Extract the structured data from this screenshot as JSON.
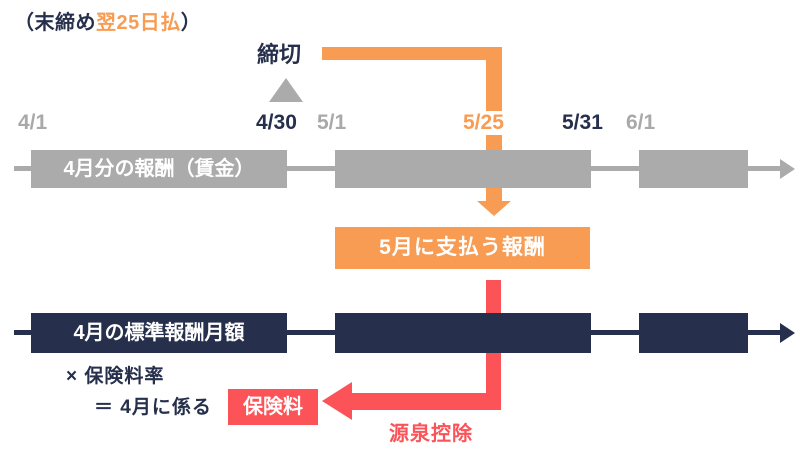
{
  "colors": {
    "navy": "#262F4B",
    "orange": "#F89C53",
    "gray": "#ABABAB",
    "grayText": "#A9A9A9",
    "red": "#FB5357",
    "white": "#FFFFFF",
    "bg": "#FFFFFF"
  },
  "header": {
    "title_prefix": "（末締め",
    "title_highlight": "翌25日払",
    "title_suffix": "）"
  },
  "deadline": {
    "label": "締切"
  },
  "timeline": {
    "dates": [
      {
        "label": "4/1",
        "color": "gray"
      },
      {
        "label": "4/30",
        "color": "navy"
      },
      {
        "label": "5/1",
        "color": "gray"
      },
      {
        "label": "5/25",
        "color": "orange"
      },
      {
        "label": "5/31",
        "color": "navy"
      },
      {
        "label": "6/1",
        "color": "gray"
      }
    ],
    "april_pay_bar_label": "4月分の報酬（賃金）"
  },
  "payment_box": {
    "label": "5月に支払う報酬"
  },
  "standard_remuneration": {
    "bar_label": "4月の標準報酬月額"
  },
  "formula": {
    "line1": "× 保険料率",
    "line2": "＝ 4月に係る",
    "result_label": "保険料"
  },
  "withholding": {
    "label": "源泉控除"
  }
}
